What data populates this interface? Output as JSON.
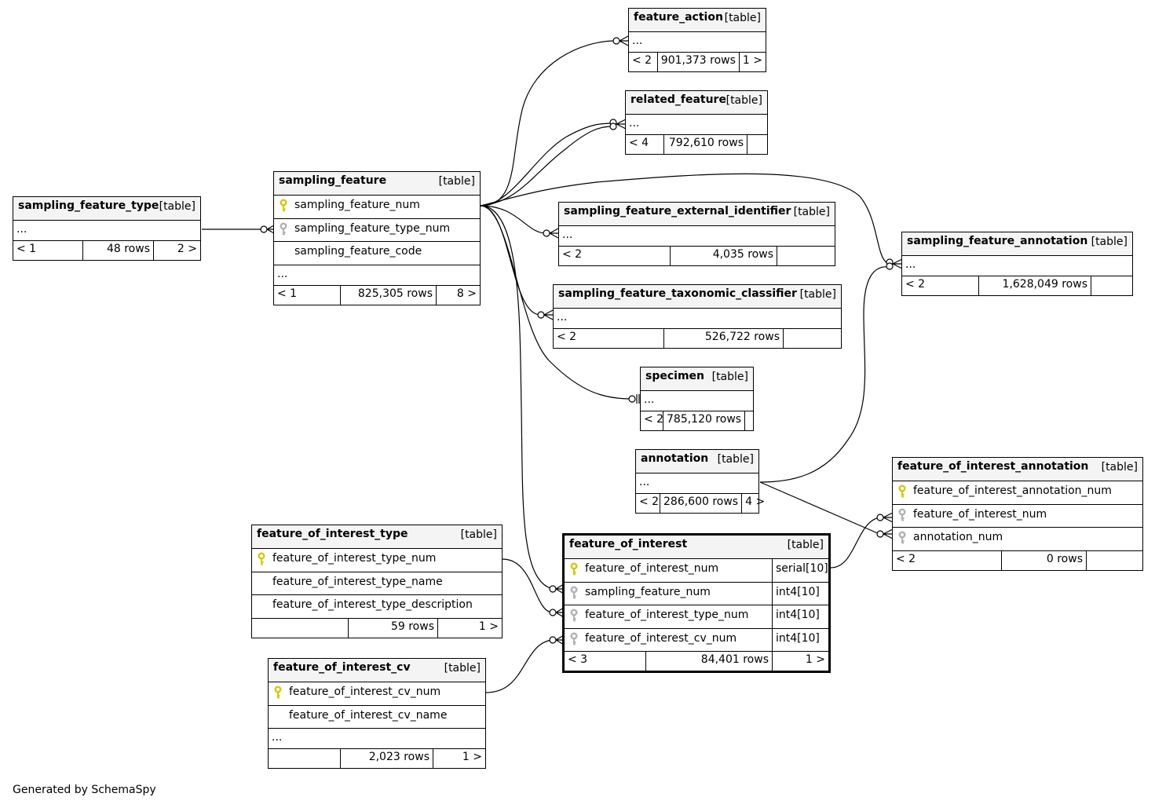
{
  "colors": {
    "primary_key": "#d4c800",
    "foreign_key": "#b0b0b0",
    "header_bg": "#f4f4f4",
    "line": "#000000"
  },
  "footer": "Generated by SchemaSpy",
  "tables": {
    "feature_action": {
      "name": "feature_action",
      "type": "[table]",
      "ellipsis": "...",
      "left": "< 2",
      "rows": "901,373 rows",
      "right": "1 >"
    },
    "related_feature": {
      "name": "related_feature",
      "type": "[table]",
      "ellipsis": "...",
      "left": "< 4",
      "rows": "792,610 rows",
      "right": ""
    },
    "sampling_feature_type": {
      "name": "sampling_feature_type",
      "type": "[table]",
      "ellipsis": "...",
      "left": "< 1",
      "rows": "48 rows",
      "right": "2 >"
    },
    "sampling_feature": {
      "name": "sampling_feature",
      "type": "[table]",
      "columns": [
        {
          "name": "sampling_feature_num",
          "key": "pk"
        },
        {
          "name": "sampling_feature_type_num",
          "key": "fk"
        },
        {
          "name": "sampling_feature_code",
          "key": ""
        }
      ],
      "ellipsis": "...",
      "left": "< 1",
      "rows": "825,305 rows",
      "right": "8 >"
    },
    "sampling_feature_external_identifier": {
      "name": "sampling_feature_external_identifier",
      "type": "[table]",
      "ellipsis": "...",
      "left": "< 2",
      "rows": "4,035 rows",
      "right": ""
    },
    "sampling_feature_annotation": {
      "name": "sampling_feature_annotation",
      "type": "[table]",
      "ellipsis": "...",
      "left": "< 2",
      "rows": "1,628,049 rows",
      "right": ""
    },
    "sampling_feature_taxonomic_classifier": {
      "name": "sampling_feature_taxonomic_classifier",
      "type": "[table]",
      "ellipsis": "...",
      "left": "< 2",
      "rows": "526,722 rows",
      "right": ""
    },
    "specimen": {
      "name": "specimen",
      "type": "[table]",
      "ellipsis": "...",
      "left": "< 2",
      "rows": "785,120 rows",
      "right": ""
    },
    "annotation": {
      "name": "annotation",
      "type": "[table]",
      "ellipsis": "...",
      "left": "< 2",
      "rows": "286,600 rows",
      "right": "4 >"
    },
    "feature_of_interest_annotation": {
      "name": "feature_of_interest_annotation",
      "type": "[table]",
      "columns": [
        {
          "name": "feature_of_interest_annotation_num",
          "key": "pk"
        },
        {
          "name": "feature_of_interest_num",
          "key": "fk"
        },
        {
          "name": "annotation_num",
          "key": "fk"
        }
      ],
      "left": "< 2",
      "rows": "0 rows",
      "right": ""
    },
    "feature_of_interest_type": {
      "name": "feature_of_interest_type",
      "type": "[table]",
      "columns": [
        {
          "name": "feature_of_interest_type_num",
          "key": "pk"
        },
        {
          "name": "feature_of_interest_type_name",
          "key": ""
        },
        {
          "name": "feature_of_interest_type_description",
          "key": ""
        }
      ],
      "left": "",
      "rows": "59 rows",
      "right": "1 >"
    },
    "feature_of_interest": {
      "name": "feature_of_interest",
      "type": "[table]",
      "columns": [
        {
          "name": "feature_of_interest_num",
          "key": "pk",
          "datatype": "serial[10]"
        },
        {
          "name": "sampling_feature_num",
          "key": "fk",
          "datatype": "int4[10]"
        },
        {
          "name": "feature_of_interest_type_num",
          "key": "fk",
          "datatype": "int4[10]"
        },
        {
          "name": "feature_of_interest_cv_num",
          "key": "fk",
          "datatype": "int4[10]"
        }
      ],
      "left": "< 3",
      "rows": "84,401 rows",
      "right": "1 >"
    },
    "feature_of_interest_cv": {
      "name": "feature_of_interest_cv",
      "type": "[table]",
      "columns": [
        {
          "name": "feature_of_interest_cv_num",
          "key": "pk"
        },
        {
          "name": "feature_of_interest_cv_name",
          "key": ""
        }
      ],
      "ellipsis": "...",
      "left": "",
      "rows": "2,023 rows",
      "right": "1 >"
    }
  }
}
